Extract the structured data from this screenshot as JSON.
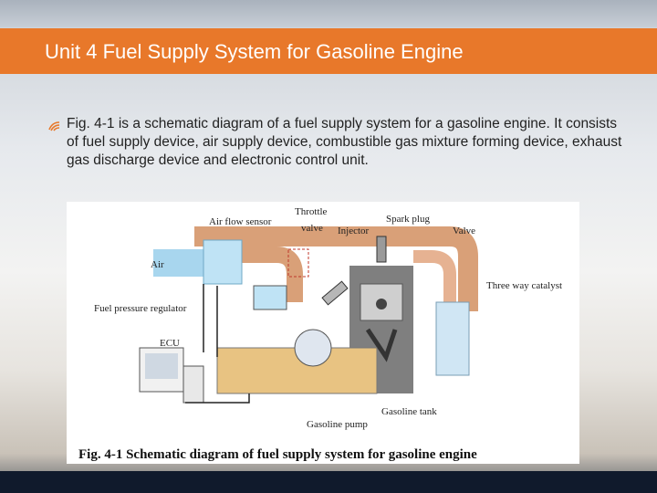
{
  "slide": {
    "title": "Unit 4 Fuel Supply System for Gasoline Engine",
    "bullet_icon": "wifi-arc-bullet",
    "bullet_text": "Fig. 4-1 is a schematic diagram of a fuel supply system for a gasoline engine. It consists of fuel supply device, air supply device, combustible gas mixture forming device, exhaust gas discharge device and electronic control unit."
  },
  "figure": {
    "labels": {
      "air_flow_sensor": "Air flow sensor",
      "throttle": "Throttle",
      "valve_throttle": "valve",
      "injector": "Injector",
      "spark_plug": "Spark plug",
      "valve": "Valve",
      "air": "Air",
      "three_way_catalyst": "Three way catalyst",
      "fuel_pressure_regulator": "Fuel pressure regulator",
      "ecu": "ECU",
      "gasoline_tank": "Gasoline tank",
      "gasoline_pump": "Gasoline pump"
    },
    "caption": "Fig. 4-1 Schematic diagram of fuel supply system for gasoline engine",
    "colors": {
      "pipe": "#d9a078",
      "air_duct": "#a8d6ee",
      "fuel": "#e8c382",
      "engine": "#9a9a9a"
    }
  }
}
